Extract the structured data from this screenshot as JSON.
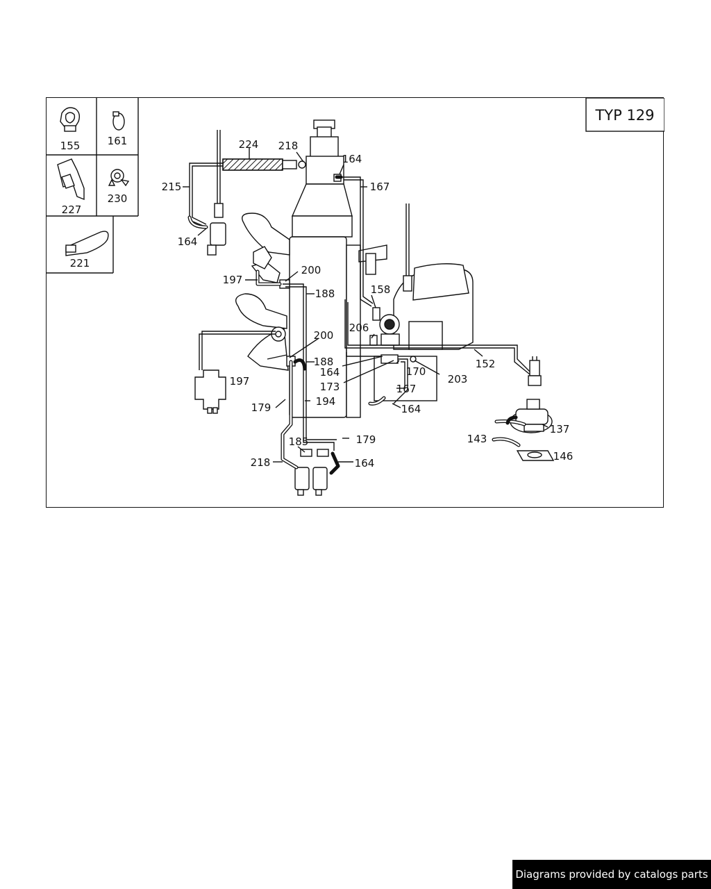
{
  "diagram": {
    "type_label": "TYP 129",
    "inset_parts": [
      "155",
      "161",
      "227",
      "230",
      "221"
    ],
    "callouts": {
      "c224": "224",
      "c218a": "218",
      "c164a": "164",
      "c167a": "167",
      "c215": "215",
      "c164b": "164",
      "c197a": "197",
      "c200a": "200",
      "c188a": "188",
      "c158": "158",
      "c206": "206",
      "c200b": "200",
      "c188b": "188",
      "c164c": "164",
      "c170": "170",
      "c152": "152",
      "c203": "203",
      "c197b": "197",
      "c173": "173",
      "c167b": "167",
      "c179a": "179",
      "c194": "194",
      "c164d": "164",
      "c137": "137",
      "c143": "143",
      "c179b": "179",
      "c185": "185",
      "c146": "146",
      "c218b": "218",
      "c164e": "164"
    }
  },
  "footer": {
    "credit": "Diagrams provided by catalogs parts"
  },
  "colors": {
    "ink": "#111111",
    "background": "#ffffff",
    "badge": "#000000"
  }
}
